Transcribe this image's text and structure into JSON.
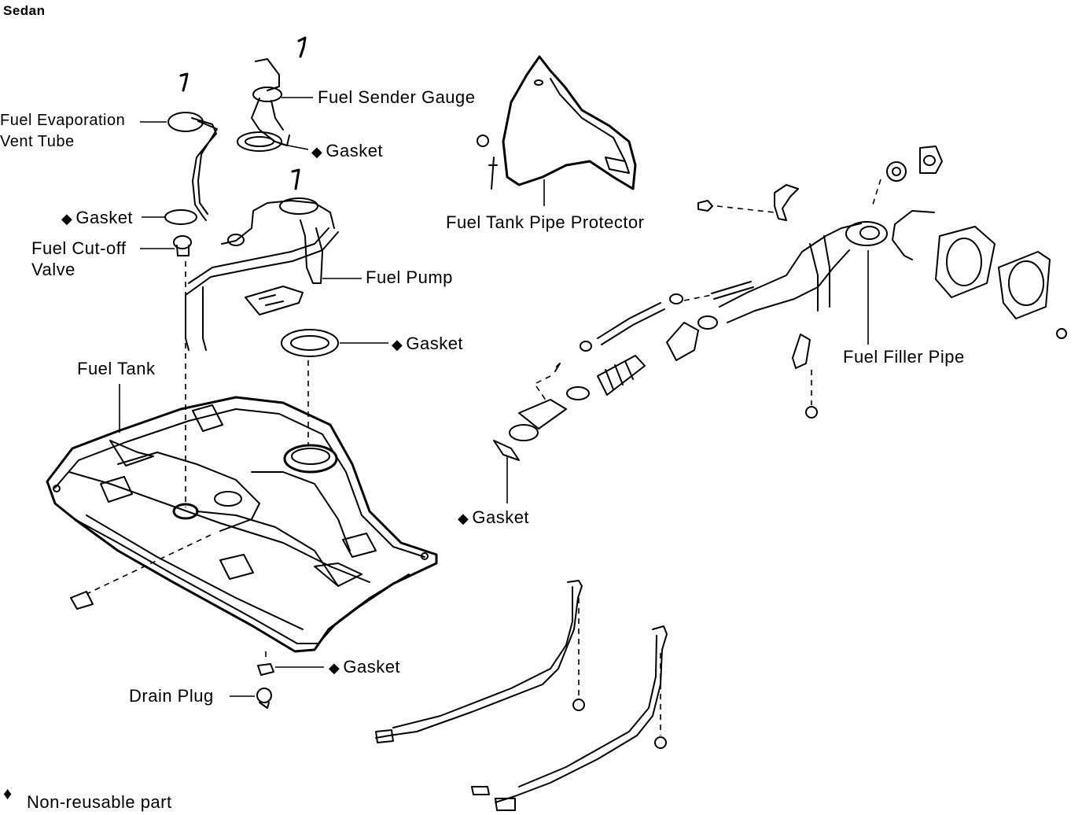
{
  "variant": "Sedan",
  "legend": {
    "symbol": "♦",
    "text": "Non-reusable part"
  },
  "marker": "◆",
  "labels": {
    "fuel_sender_gauge": "Fuel Sender Gauge",
    "gasket_sender": "Gasket",
    "fuel_evap_line1": "Fuel Evaporation",
    "fuel_evap_line2": "Vent Tube",
    "gasket_vent": "Gasket",
    "cutoff_line1": "Fuel Cut-off",
    "cutoff_line2": "Valve",
    "fuel_pump": "Fuel Pump",
    "gasket_pump": "Gasket",
    "fuel_tank": "Fuel Tank",
    "pipe_protector": "Fuel Tank Pipe Protector",
    "fuel_filler_pipe": "Fuel Filler Pipe",
    "gasket_filler": "Gasket",
    "gasket_drain": "Gasket",
    "drain_plug": "Drain Plug"
  },
  "colors": {
    "ink": "#000000",
    "paper": "#ffffff"
  }
}
